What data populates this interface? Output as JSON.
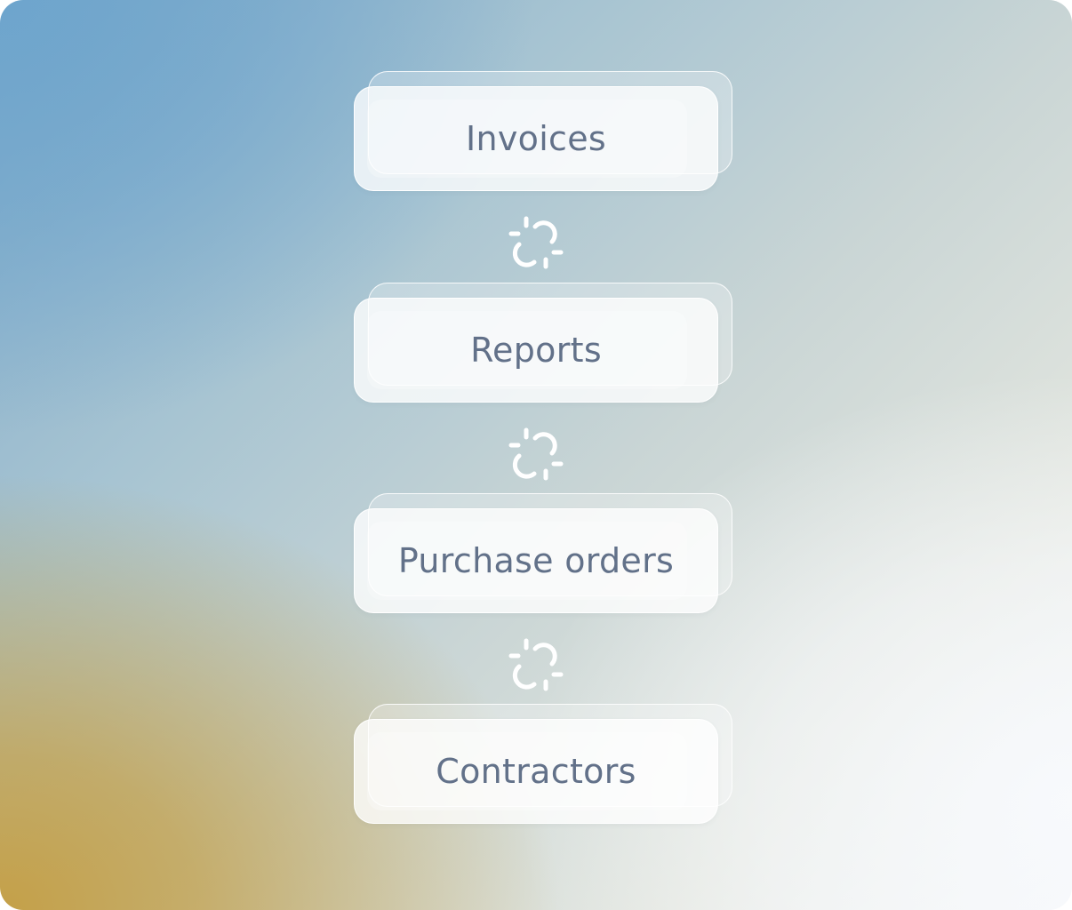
{
  "items": [
    {
      "label": "Invoices"
    },
    {
      "label": "Reports"
    },
    {
      "label": "Purchase orders"
    },
    {
      "label": "Contractors"
    }
  ],
  "connectors": [
    {
      "icon": "broken-link-icon"
    },
    {
      "icon": "broken-link-icon"
    },
    {
      "icon": "broken-link-icon"
    }
  ],
  "colors": {
    "label_text": "#627189",
    "icon_stroke": "#ffffff",
    "background_top_left": "#6ea5cd",
    "background_bottom_left": "#c4a048",
    "background_right": "#f4f6f7"
  }
}
